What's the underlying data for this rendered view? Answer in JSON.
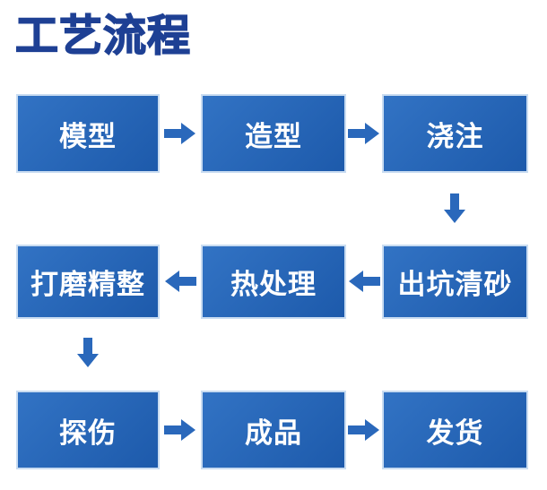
{
  "title": "工艺流程",
  "colors": {
    "background": "#ffffff",
    "title": "#1e4094",
    "box_gradient_start": "#3273c4",
    "box_gradient_end": "#1d5aab",
    "box_border": "#c9dcf1",
    "box_text": "#ffffff",
    "arrow": "#2a68bb"
  },
  "flow": {
    "rows": [
      {
        "direction": "right",
        "steps": [
          {
            "label": "模型"
          },
          {
            "label": "造型"
          },
          {
            "label": "浇注"
          }
        ]
      },
      {
        "direction": "left",
        "steps": [
          {
            "label": "打磨精整"
          },
          {
            "label": "热处理"
          },
          {
            "label": "出坑清砂"
          }
        ]
      },
      {
        "direction": "right",
        "steps": [
          {
            "label": "探伤"
          },
          {
            "label": "成品"
          },
          {
            "label": "发货"
          }
        ]
      }
    ],
    "sequence": [
      "模型",
      "造型",
      "浇注",
      "出坑清砂",
      "热处理",
      "打磨精整",
      "探伤",
      "成品",
      "发货"
    ]
  },
  "icons": {
    "right_arrow": "block-arrow-right",
    "left_arrow": "block-arrow-left",
    "down_arrow": "block-arrow-down"
  }
}
